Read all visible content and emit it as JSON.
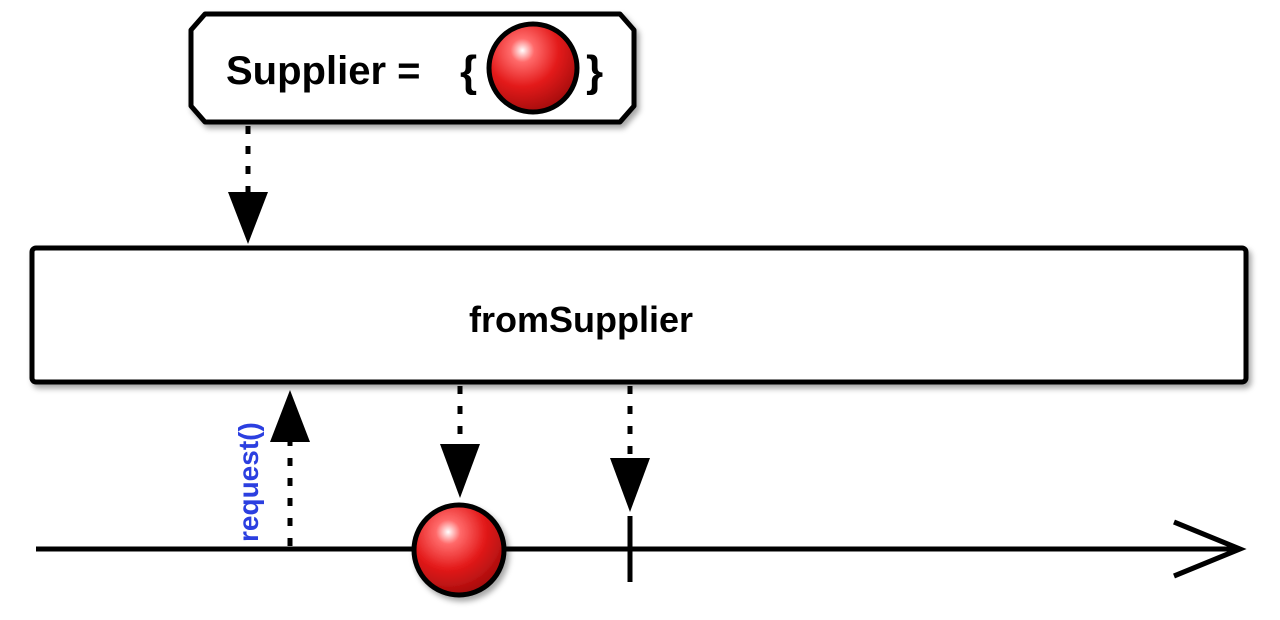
{
  "supplier": {
    "label": "Supplier =",
    "brace_open": "{",
    "brace_close": "}"
  },
  "operator": {
    "label": "fromSupplier"
  },
  "request": {
    "label": "request()"
  },
  "colors": {
    "marble": "#e31a1a",
    "marble_dark": "#9e0b0b",
    "request_text": "#2b3fe0",
    "stroke": "#000000"
  }
}
